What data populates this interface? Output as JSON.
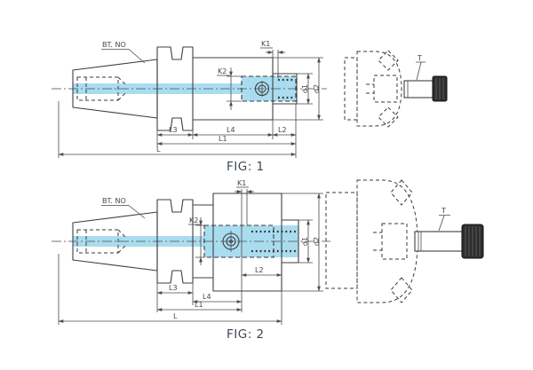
{
  "figure1": {
    "caption": "FIG: 1",
    "labels": {
      "bt_no": "BT. NO",
      "k1": "K1",
      "k2": "K2",
      "d1": "d1",
      "d2": "d2",
      "l1": "L1",
      "l2": "L2",
      "l3": "L3",
      "l4": "L4",
      "l": "L",
      "t": "T"
    }
  },
  "figure2": {
    "caption": "FIG: 2",
    "labels": {
      "bt_no": "BT. NO",
      "k1": "K1",
      "k2": "K2",
      "d1": "d1",
      "d2": "d2",
      "l1": "L1",
      "l2": "L2",
      "l3": "L3",
      "l4": "L4",
      "l": "L",
      "t": "T"
    }
  },
  "colors": {
    "bore_highlight": "#aadcf0",
    "outline": "#3f3f3f",
    "dimension_text": "#51443b",
    "caption_text": "#3d4753",
    "screw_head": "#2d2d2d",
    "background": "#ffffff"
  }
}
